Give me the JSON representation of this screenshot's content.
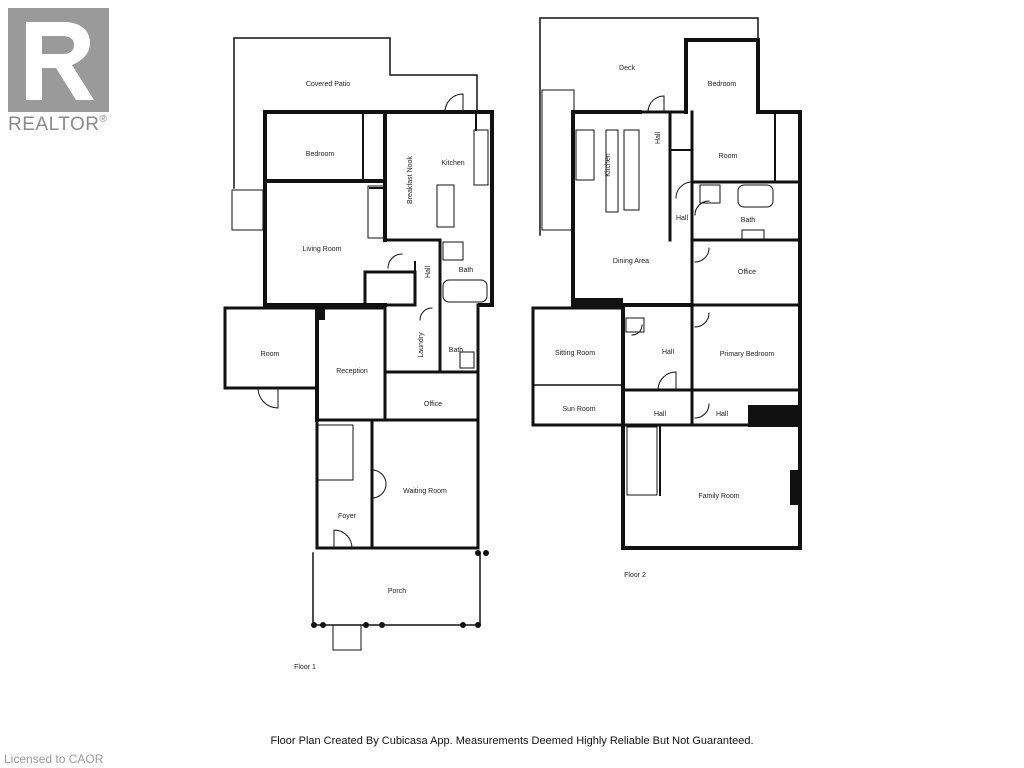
{
  "branding": {
    "logo_text": "REALTOR",
    "logo_mark_letter": "R",
    "trademark": "®"
  },
  "floors": [
    {
      "label": "Floor 1",
      "rooms": [
        "Covered Patio",
        "Bedroom",
        "Kitchen",
        "Breakfast Nook",
        "Living Room",
        "Bath",
        "Hall",
        "Room",
        "Reception",
        "Laundry",
        "Bath",
        "Office",
        "Foyer",
        "Waiting Room",
        "Porch"
      ]
    },
    {
      "label": "Floor 2",
      "rooms": [
        "Deck",
        "Bedroom",
        "Kitchen",
        "Hall",
        "Room",
        "Hall",
        "Bath",
        "Dining Area",
        "Office",
        "Sitting Room",
        "Hall",
        "Primary Bedroom",
        "Sun Room",
        "Hall",
        "Hall",
        "Family Room"
      ]
    }
  ],
  "footer": {
    "disclaimer": "Floor Plan Created By Cubicasa App. Measurements Deemed Highly Reliable But Not Guaranteed.",
    "license": "Licensed to CAOR"
  }
}
